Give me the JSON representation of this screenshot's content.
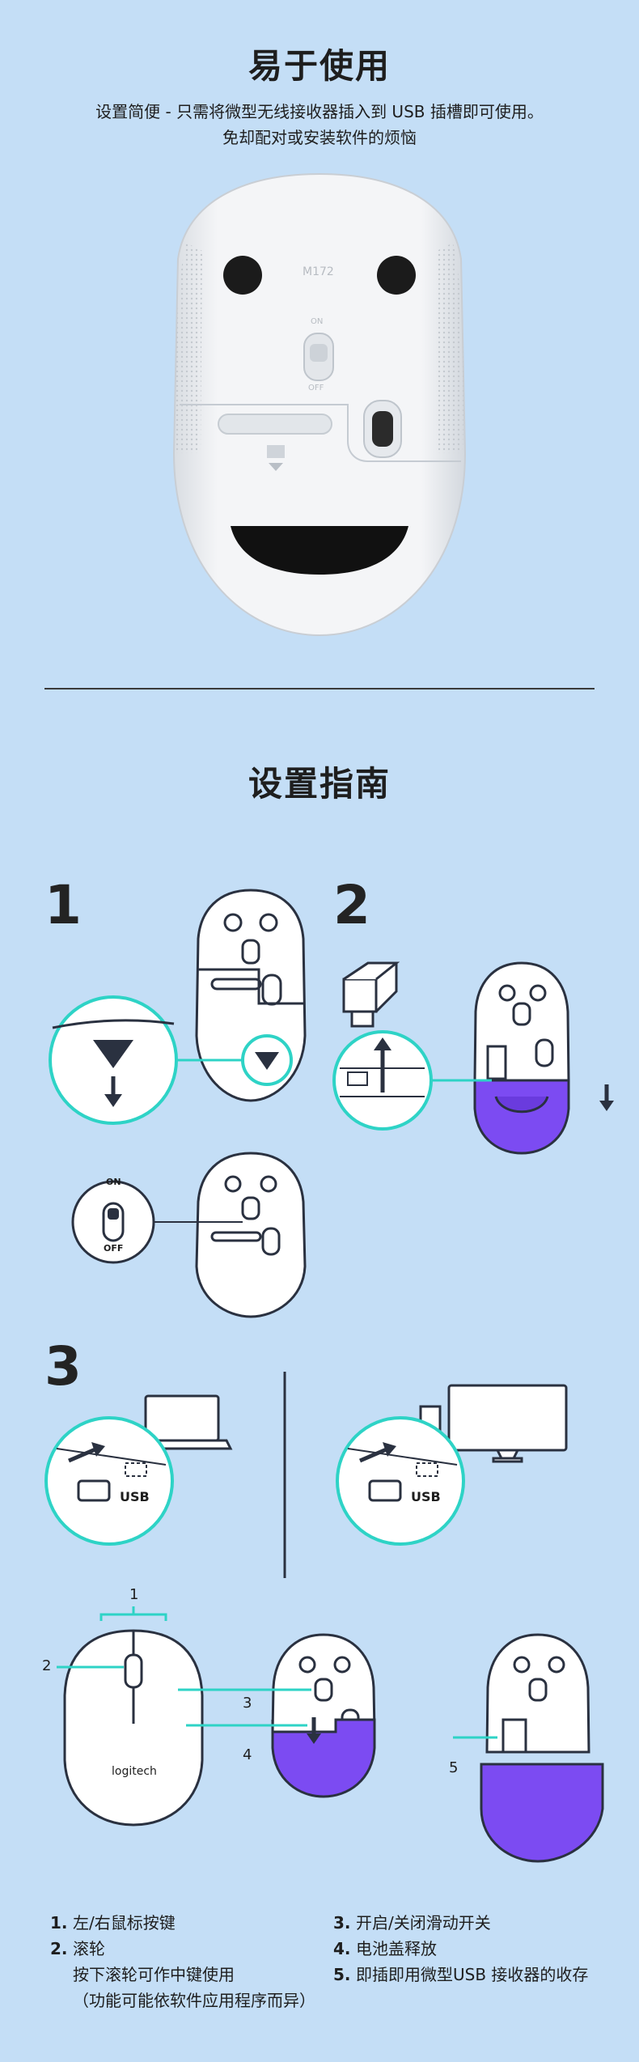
{
  "hero": {
    "title": "易于使用",
    "subtitle_line1": "设置简便 - 只需将微型无线接收器插入到 USB 插槽即可使用。",
    "subtitle_line2": "免却配对或安装软件的烦恼",
    "model_label": "M172",
    "switch_on": "ON",
    "switch_off": "OFF"
  },
  "guide": {
    "title": "设置指南",
    "step1": "1",
    "step2": "2",
    "step3": "3",
    "switch_on": "ON",
    "switch_off": "OFF",
    "usb_label": "USB",
    "brand": "logitech",
    "callout_1": "1",
    "callout_2": "2",
    "callout_3": "3",
    "callout_4": "4",
    "callout_5": "5"
  },
  "legend": {
    "left": [
      {
        "num": "1.",
        "text": "左/右鼠标按键"
      },
      {
        "num": "2.",
        "text": "滚轮",
        "sub1": "按下滚轮可作中键使用",
        "sub2": "（功能可能依软件应用程序而异）"
      }
    ],
    "right": [
      {
        "num": "3.",
        "text": "开启/关闭滑动开关"
      },
      {
        "num": "4.",
        "text": "电池盖释放"
      },
      {
        "num": "5.",
        "text": "即插即用微型USB 接收器的收存"
      }
    ]
  },
  "colors": {
    "background": "#c4def6",
    "teal": "#2ed3c6",
    "purple": "#7c4bf2",
    "line": "#2a3140"
  }
}
